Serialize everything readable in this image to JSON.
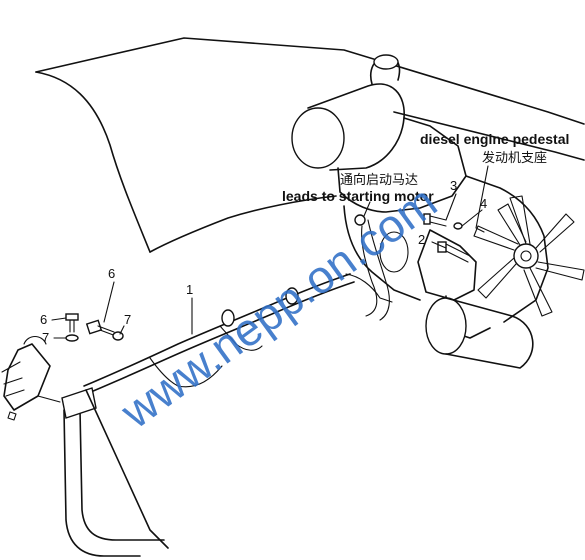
{
  "labels": {
    "diesel_engine_pedestal": "diesel engine pedestal",
    "diesel_engine_pedestal_cn": "发动机支座",
    "leads_to_starting_motor": "leads to starting motor",
    "leads_to_starting_motor_cn": "通向启动马达"
  },
  "callouts": {
    "c1": "1",
    "c2": "2",
    "c3": "3",
    "c4": "4",
    "c6_upper": "6",
    "c6_lower": "6",
    "c7_upper": "7",
    "c7_lower": "7"
  },
  "watermark": "www.nepp.on.com",
  "colors": {
    "line": "#111111",
    "watermark": "#2f6fc7",
    "background": "#ffffff"
  }
}
